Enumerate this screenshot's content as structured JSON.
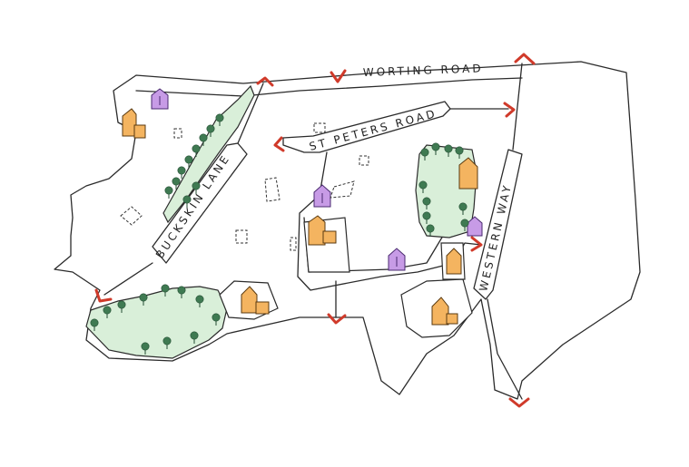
{
  "roads": {
    "worting": "WORTING ROAD",
    "st_peters": "ST PETERS ROAD",
    "buckskin": "BUCKSKIN LANE",
    "western": "WESTERN WAY"
  },
  "colors": {
    "green_space": "#d9efd9",
    "house": "#f4b460",
    "chapel": "#c79be6",
    "arrow": "#d03a2a",
    "tree": "#3f7a52"
  },
  "icons": [
    "house-icon",
    "chapel-icon",
    "tree-icon",
    "direction-arrow-icon"
  ]
}
